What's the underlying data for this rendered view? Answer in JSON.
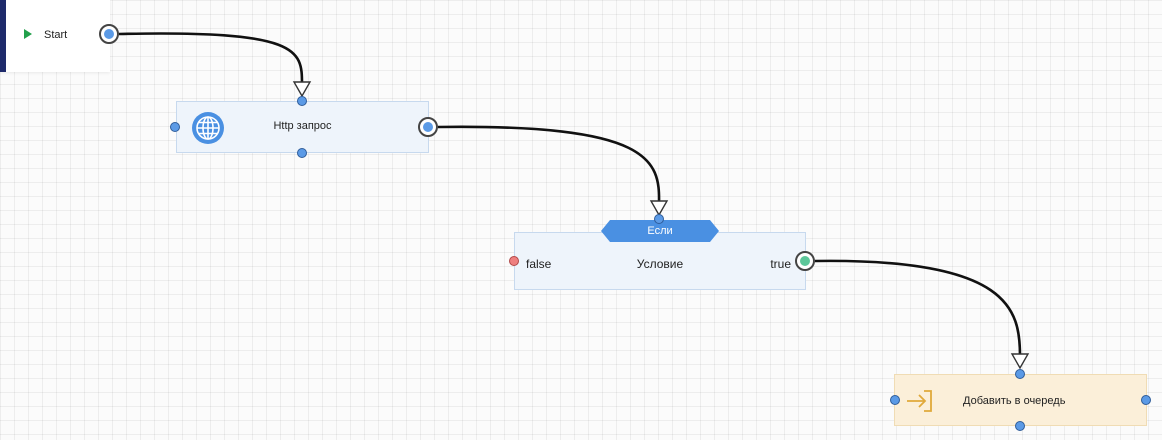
{
  "flow": {
    "start": {
      "label": "Start",
      "icon": "play-icon",
      "icon_color": "#22a04b"
    },
    "http_request": {
      "label": "Http запрос",
      "icon": "globe-icon",
      "icon_color": "#4a90e2"
    },
    "condition": {
      "tag": "Если",
      "label": "Условие",
      "false_label": "false",
      "true_label": "true",
      "tag_color": "#4a90e2"
    },
    "add_to_queue": {
      "label": "Добавить в очередь",
      "icon": "enqueue-arrow-icon",
      "icon_color": "#e0a93a"
    }
  },
  "colors": {
    "port_blue": "#5b9ae6",
    "port_false": "#ee7f7f",
    "port_true": "#5cc79a",
    "node_background": "#eef4fb",
    "queue_background": "#fbefd9",
    "start_accent": "#1e2a6b"
  }
}
